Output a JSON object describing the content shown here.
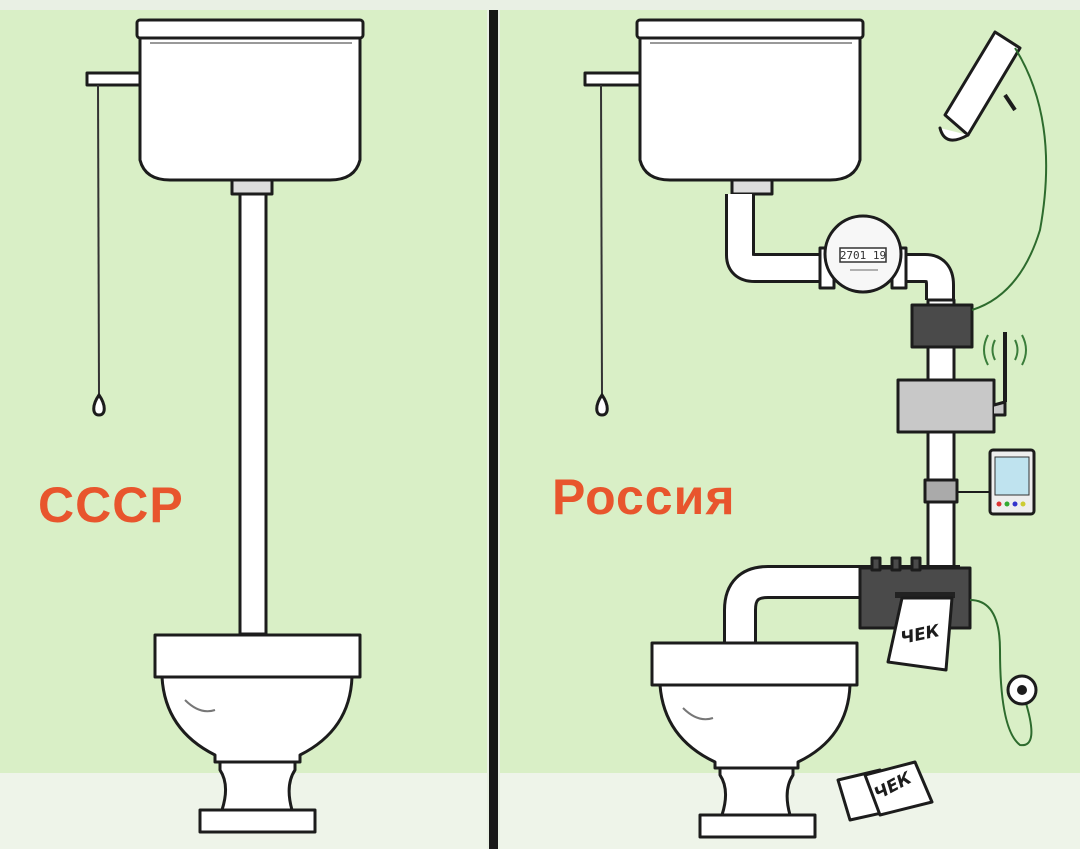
{
  "panels": {
    "left": {
      "label": "СССР"
    },
    "right": {
      "label": "Россия",
      "meter_reading": "2701 19",
      "receipt_text": "ЧЕК",
      "dropped_receipt_text": "ЧЕК"
    }
  },
  "colors": {
    "panel_background": "#d9efc6",
    "floor": "#eef4e9",
    "label_text": "#e8552d",
    "divider": "#181818",
    "device_dark": "#4a4a4a",
    "device_light": "#c8c8c8"
  },
  "icons": [
    "toilet-icon",
    "cistern-icon",
    "pull-chain-icon",
    "water-meter-icon",
    "security-camera-icon",
    "antenna-icon",
    "tablet-icon",
    "wall-socket-icon",
    "receipt-icon"
  ]
}
